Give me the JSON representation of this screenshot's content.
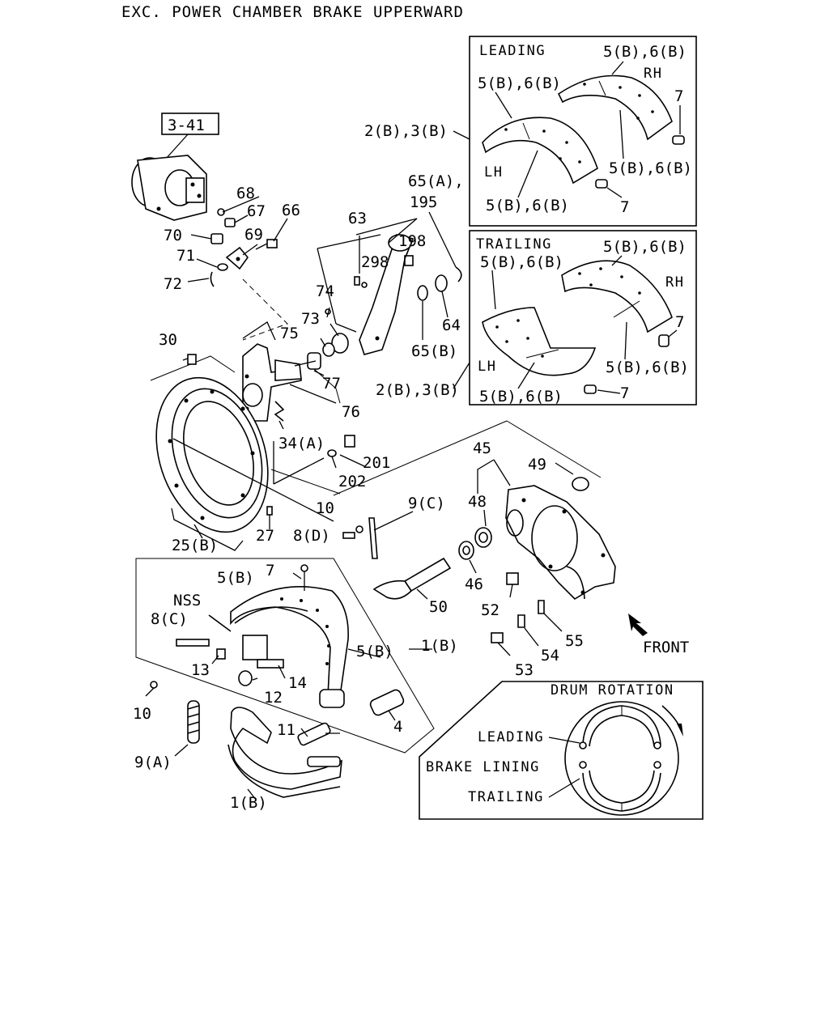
{
  "title": "EXC. POWER CHAMBER BRAKE UPPERWARD",
  "ref_box": "3-41",
  "leading_box": {
    "title": "LEADING",
    "rh": "RH",
    "lh": "LH",
    "lining_label": "5(B),6(B)",
    "bolt_label": "7"
  },
  "trailing_box": {
    "title": "TRAILING",
    "rh": "RH",
    "lh": "LH",
    "lining_label": "5(B),6(B)",
    "bolt_label": "7"
  },
  "drum_box": {
    "title": "DRUM ROTATION",
    "leading": "LEADING",
    "brake_lining": "BRAKE LINING",
    "trailing": "TRAILING"
  },
  "front_label": "FRONT",
  "callouts": {
    "c2b3b_top": "2(B),3(B)",
    "c2b3b_bottom": "2(B),3(B)",
    "c65a": "65(A),",
    "c195": "195",
    "c68": "68",
    "c67": "67",
    "c66": "66",
    "c70": "70",
    "c69": "69",
    "c71": "71",
    "c72": "72",
    "c63": "63",
    "c198": "198",
    "c298": "298",
    "c74": "74",
    "c73": "73",
    "c75": "75",
    "c64": "64",
    "c65b": "65(B)",
    "c30": "30",
    "c77": "77",
    "c76": "76",
    "c34a": "34(A)",
    "c201": "201",
    "c202": "202",
    "c45": "45",
    "c49": "49",
    "c48": "48",
    "c10_top": "10",
    "c9c": "9(C)",
    "c8d": "8(D)",
    "c27": "27",
    "c25b": "25(B)",
    "c46": "46",
    "c50": "50",
    "c52": "52",
    "c55": "55",
    "c54": "54",
    "c53": "53",
    "c7": "7",
    "c5b_top": "5(B)",
    "c5b_right": "5(B)",
    "nss": "NSS",
    "c8c": "8(C)",
    "c13": "13",
    "c14": "14",
    "c12": "12",
    "c1b_top": "1(B)",
    "c1b_bottom": "1(B)",
    "c10_bottom": "10",
    "c4": "4",
    "c11": "11",
    "c9a": "9(A)"
  }
}
